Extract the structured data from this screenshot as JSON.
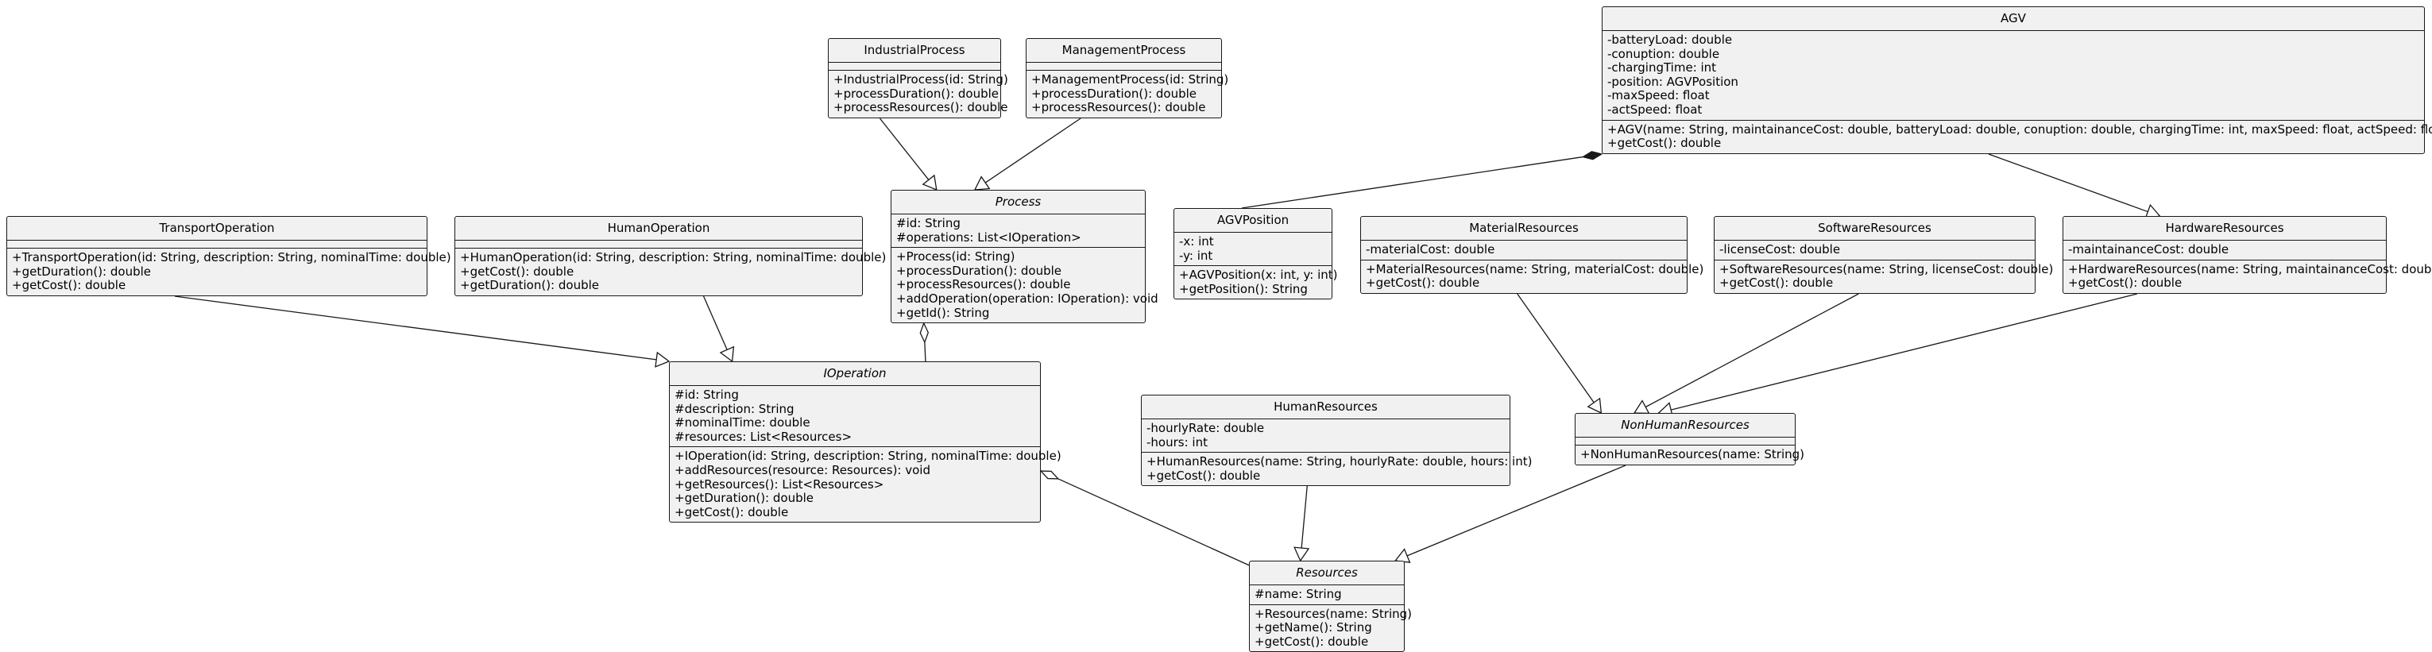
{
  "classes": [
    {
      "id": "IndustrialProcess",
      "name": "IndustrialProcess",
      "abstract": false,
      "attributes": [],
      "methods": [
        "+IndustrialProcess(id: String)",
        "+processDuration(): double",
        "+processResources(): double"
      ]
    },
    {
      "id": "ManagementProcess",
      "name": "ManagementProcess",
      "abstract": false,
      "attributes": [],
      "methods": [
        "+ManagementProcess(id: String)",
        "+processDuration(): double",
        "+processResources(): double"
      ]
    },
    {
      "id": "Process",
      "name": "Process",
      "abstract": true,
      "attributes": [
        "#id: String",
        "#operations: List<IOperation>"
      ],
      "methods": [
        "+Process(id: String)",
        "+processDuration(): double",
        "+processResources(): double",
        "+addOperation(operation: IOperation): void",
        "+getId(): String"
      ]
    },
    {
      "id": "TransportOperation",
      "name": "TransportOperation",
      "abstract": false,
      "attributes": [],
      "methods": [
        "+TransportOperation(id: String, description: String, nominalTime: double)",
        "+getDuration(): double",
        "+getCost(): double"
      ]
    },
    {
      "id": "HumanOperation",
      "name": "HumanOperation",
      "abstract": false,
      "attributes": [],
      "methods": [
        "+HumanOperation(id: String, description: String, nominalTime: double)",
        "+getCost(): double",
        "+getDuration(): double"
      ]
    },
    {
      "id": "IOperation",
      "name": "IOperation",
      "abstract": true,
      "attributes": [
        "#id: String",
        "#description: String",
        "#nominalTime: double",
        "#resources: List<Resources>"
      ],
      "methods": [
        "+IOperation(id: String, description: String, nominalTime: double)",
        "+addResources(resource: Resources): void",
        "+getResources(): List<Resources>",
        "+getDuration(): double",
        "+getCost(): double"
      ]
    },
    {
      "id": "AGV",
      "name": "AGV",
      "abstract": false,
      "attributes": [
        "-batteryLoad: double",
        "-conuption: double",
        "-chargingTime: int",
        "-position: AGVPosition",
        "-maxSpeed: float",
        "-actSpeed: float"
      ],
      "methods": [
        "+AGV(name: String, maintainanceCost: double, batteryLoad: double, conuption: double, chargingTime: int, maxSpeed: float, actSpeed: float)",
        "+getCost(): double"
      ]
    },
    {
      "id": "AGVPosition",
      "name": "AGVPosition",
      "abstract": false,
      "attributes": [
        "-x: int",
        "-y: int"
      ],
      "methods": [
        "+AGVPosition(x: int, y: int)",
        "+getPosition(): String"
      ]
    },
    {
      "id": "MaterialResources",
      "name": "MaterialResources",
      "abstract": false,
      "attributes": [
        "-materialCost: double"
      ],
      "methods": [
        "+MaterialResources(name: String, materialCost: double)",
        "+getCost(): double"
      ]
    },
    {
      "id": "SoftwareResources",
      "name": "SoftwareResources",
      "abstract": false,
      "attributes": [
        "-licenseCost: double"
      ],
      "methods": [
        "+SoftwareResources(name: String, licenseCost: double)",
        "+getCost(): double"
      ]
    },
    {
      "id": "HardwareResources",
      "name": "HardwareResources",
      "abstract": false,
      "attributes": [
        "-maintainanceCost: double"
      ],
      "methods": [
        "+HardwareResources(name: String, maintainanceCost: double)",
        "+getCost(): double"
      ]
    },
    {
      "id": "HumanResources",
      "name": "HumanResources",
      "abstract": false,
      "attributes": [
        "-hourlyRate: double",
        "-hours: int"
      ],
      "methods": [
        "+HumanResources(name: String, hourlyRate: double, hours: int)",
        "+getCost(): double"
      ]
    },
    {
      "id": "NonHumanResources",
      "name": "NonHumanResources",
      "abstract": true,
      "attributes": [],
      "methods": [
        "+NonHumanResources(name: String)"
      ]
    },
    {
      "id": "Resources",
      "name": "Resources",
      "abstract": true,
      "attributes": [
        "#name: String"
      ],
      "methods": [
        "+Resources(name: String)",
        "+getName(): String",
        "+getCost(): double"
      ]
    }
  ],
  "relations": [
    {
      "from": "IndustrialProcess",
      "to": "Process",
      "type": "inheritance"
    },
    {
      "from": "ManagementProcess",
      "to": "Process",
      "type": "inheritance"
    },
    {
      "from": "TransportOperation",
      "to": "IOperation",
      "type": "inheritance"
    },
    {
      "from": "HumanOperation",
      "to": "IOperation",
      "type": "inheritance"
    },
    {
      "from": "IOperation",
      "to": "Process",
      "type": "aggregation"
    },
    {
      "from": "AGVPosition",
      "to": "AGV",
      "type": "composition"
    },
    {
      "from": "AGV",
      "to": "HardwareResources",
      "type": "inheritance"
    },
    {
      "from": "MaterialResources",
      "to": "NonHumanResources",
      "type": "inheritance"
    },
    {
      "from": "SoftwareResources",
      "to": "NonHumanResources",
      "type": "inheritance"
    },
    {
      "from": "HardwareResources",
      "to": "NonHumanResources",
      "type": "inheritance"
    },
    {
      "from": "NonHumanResources",
      "to": "Resources",
      "type": "inheritance"
    },
    {
      "from": "HumanResources",
      "to": "Resources",
      "type": "inheritance"
    },
    {
      "from": "Resources",
      "to": "IOperation",
      "type": "aggregation"
    }
  ],
  "colors": {
    "box_fill": "#f1f1f1",
    "stroke": "#181818"
  }
}
